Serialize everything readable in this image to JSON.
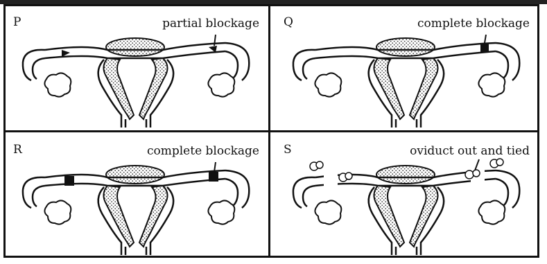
{
  "panels": [
    {
      "letter": "P",
      "caption": "partial blockage"
    },
    {
      "letter": "Q",
      "caption": "complete blockage"
    },
    {
      "letter": "R",
      "caption": "complete blockage"
    },
    {
      "letter": "S",
      "caption": "oviduct out and tied"
    }
  ],
  "colors": {
    "ink": "#111111",
    "background": "#ffffff",
    "stipple": "#555555"
  },
  "icons": [
    "uterus-diagram",
    "ovary-shape",
    "oviduct-blockage-mark"
  ]
}
